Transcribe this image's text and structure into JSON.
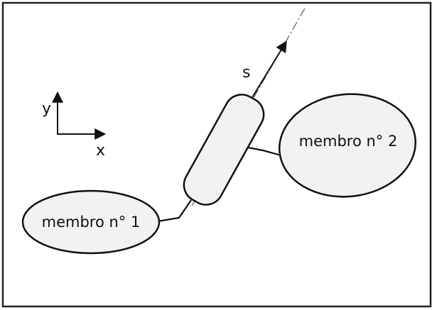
{
  "diagram": {
    "axes": {
      "y_label": "y",
      "x_label": "x"
    },
    "axis_s_label": "s",
    "member_1": {
      "label": "membro n° 1"
    },
    "member_2": {
      "label": "membro n° 2"
    }
  },
  "colors": {
    "stroke": "#111111",
    "fill": "#f2f2f2",
    "frame": "#222222",
    "background": "#ffffff"
  }
}
